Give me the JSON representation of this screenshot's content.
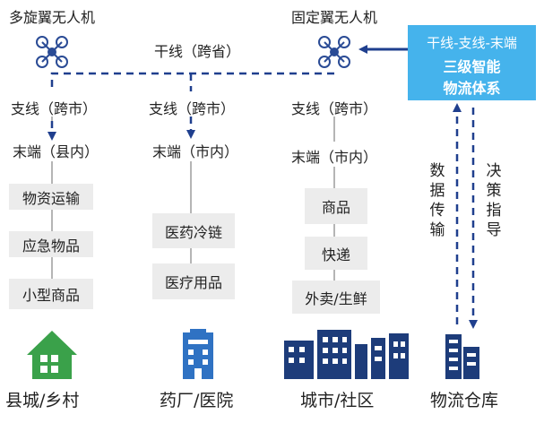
{
  "drones": {
    "rotor_label": "多旋翼无人机",
    "fixed_wing_label": "固定翼无人机",
    "rotor_icon": "quadcopter-drone-icon",
    "fixed_icon": "quadcopter-drone-icon"
  },
  "trunk_label": "干线（跨省）",
  "system_box": {
    "line1": "干线-支线-末端",
    "line2": "三级智能",
    "line3": "物流体系",
    "color": "#45b3ec"
  },
  "columns": [
    {
      "branch": "支线（跨市）",
      "terminal": "末端（县内）",
      "items": [
        "物资运输",
        "应急物品",
        "小型商品"
      ],
      "bottom_label": "县城/乡村",
      "icon": "house-icon",
      "icon_color": "#3aa14a"
    },
    {
      "branch": "支线（跨市）",
      "terminal": "末端（市内）",
      "items": [
        "医药冷链",
        "医疗用品"
      ],
      "bottom_label": "药厂/医院",
      "icon": "hospital-building-icon",
      "icon_color": "#2f72c3"
    },
    {
      "branch": "支线（跨市）",
      "terminal": "末端（市内）",
      "items": [
        "商品",
        "快递",
        "外卖/生鲜"
      ],
      "bottom_label": "城市/社区",
      "icon": "city-buildings-icon",
      "icon_color": "#1d3c7a"
    }
  ],
  "warehouse": {
    "bottom_label": "物流仓库",
    "icon": "warehouse-building-icon",
    "icon_color": "#1d3c7a"
  },
  "data_transfer_label": "数据传输",
  "decision_label": "决策指导",
  "colors": {
    "arrow_navy": "#1f3f8e",
    "drone_navy": "#2a4b95",
    "box_grey": "#ececec",
    "line_grey": "#b5b5b5"
  }
}
